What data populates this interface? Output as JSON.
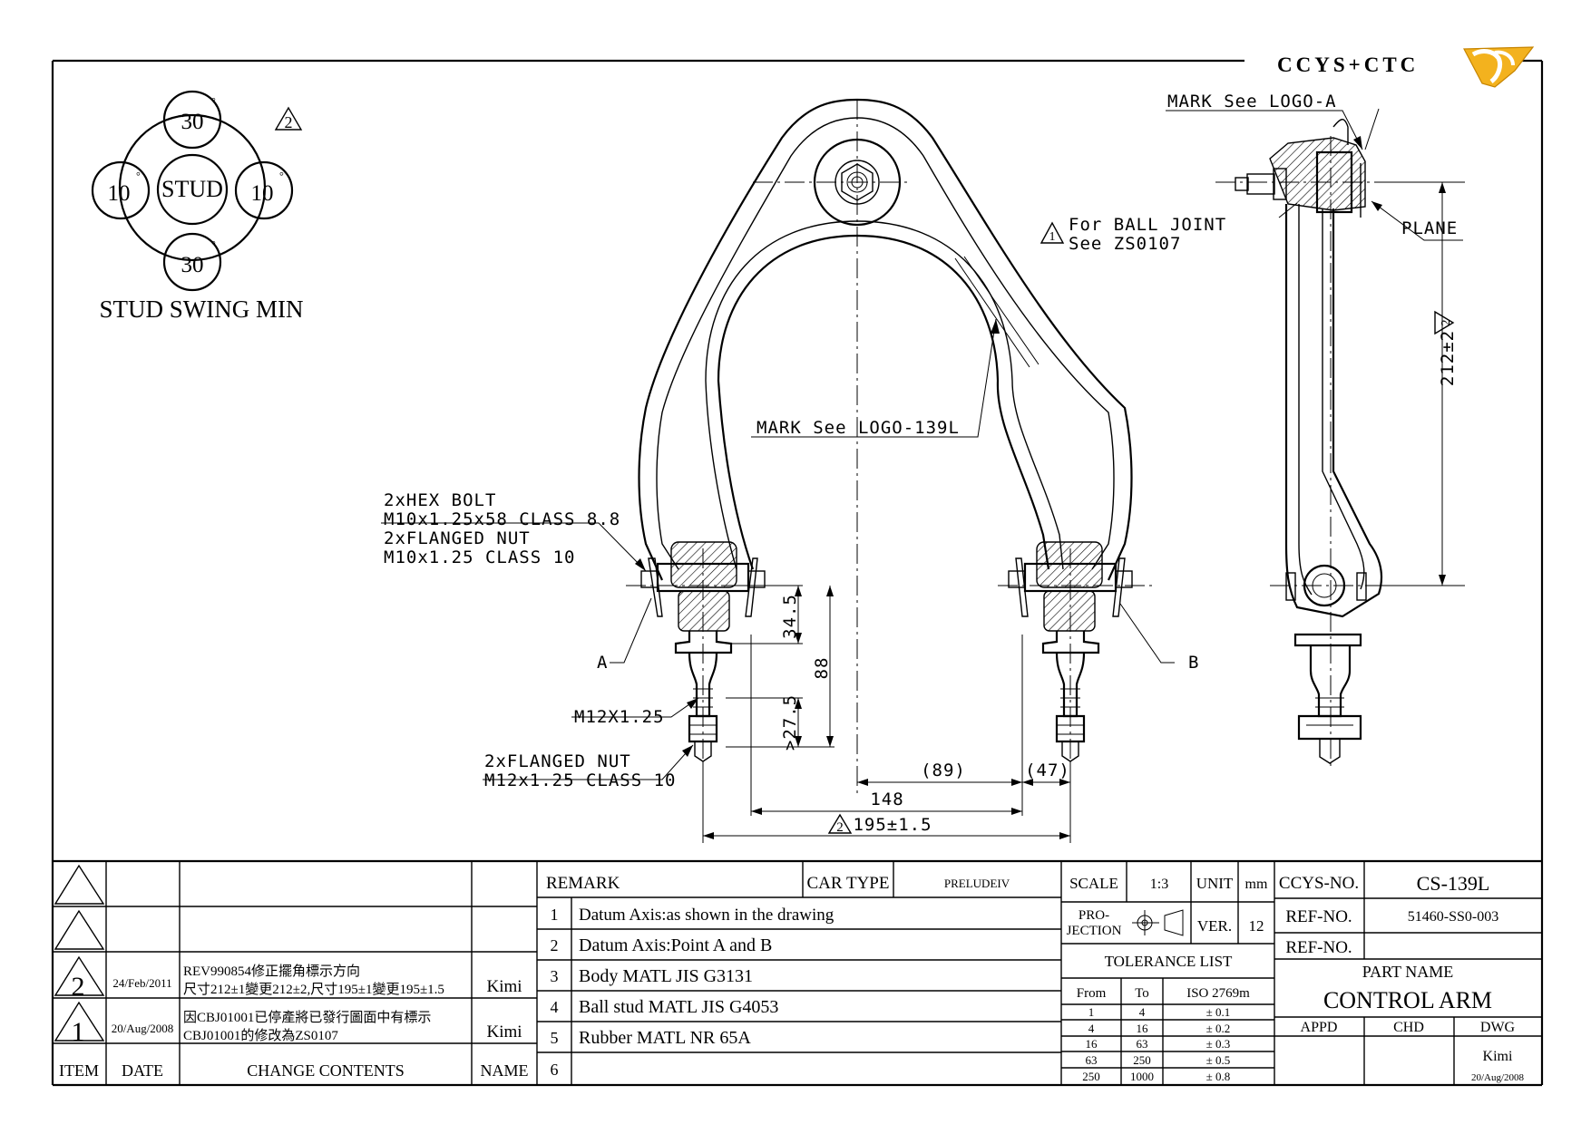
{
  "brand": {
    "name": "CCYS+CTC"
  },
  "swing": {
    "top": "30",
    "bottom": "30",
    "left": "10",
    "right": "10",
    "center": "STUD",
    "rev": "2",
    "caption": "STUD SWING MIN"
  },
  "notes": {
    "mark_side": "MARK See LOGO-A",
    "ball_joint_1": "For BALL JOINT",
    "ball_joint_2": "See ZS0107",
    "ball_joint_rev": "1",
    "plane": "PLANE",
    "mark_front": "MARK See LOGO-139L",
    "bolt_1": "2xHEX BOLT",
    "bolt_2": "M10x1.25x58 CLASS 8.8",
    "bolt_3": "2xFLANGED NUT",
    "bolt_4": "M10x1.25 CLASS 10",
    "thread": "M12X1.25",
    "nut_1": "2xFLANGED NUT",
    "nut_2": "M12x1.25 CLASS 10",
    "point_a": "A",
    "point_b": "B"
  },
  "dims": {
    "d34": "34.5",
    "d88": "88",
    "d275": ">27.5",
    "d89": "(89)",
    "d47": "(47)",
    "d148": "148",
    "d195": "195±1.5",
    "d195_rev": "2",
    "d212": "212±2",
    "d212_rev": "2"
  },
  "changes": {
    "rows": [
      {
        "item": "",
        "date": "",
        "content": [],
        "name": ""
      },
      {
        "item": "",
        "date": "",
        "content": [],
        "name": ""
      },
      {
        "item": "2",
        "date": "24/Feb/2011",
        "content": [
          "REV990854修正擺角標示方向",
          "尺寸212±1變更212±2,尺寸195±1變更195±1.5"
        ],
        "name": "Kimi"
      },
      {
        "item": "1",
        "date": "20/Aug/2008",
        "content": [
          "因CBJ01001已停產將已發行圖面中有標示",
          "CBJ01001的修改為ZS0107"
        ],
        "name": "Kimi"
      }
    ],
    "headers": {
      "item": "ITEM",
      "date": "DATE",
      "content": "CHANGE CONTENTS",
      "name": "NAME"
    }
  },
  "remarks": {
    "label": "REMARK",
    "car_type_label": "CAR TYPE",
    "car_type": "PRELUDEIV",
    "rows": [
      {
        "no": "1",
        "text": "Datum Axis:as shown in the drawing"
      },
      {
        "no": "2",
        "text": "Datum Axis:Point A and B"
      },
      {
        "no": "3",
        "text": "Body MATL JIS G3131"
      },
      {
        "no": "4",
        "text": "Ball stud MATL JIS G4053"
      },
      {
        "no": "5",
        "text": "Rubber MATL NR 65A"
      },
      {
        "no": "6",
        "text": ""
      }
    ]
  },
  "tolerance": {
    "scale_label": "SCALE",
    "scale": "1:3",
    "unit_label": "UNIT",
    "unit": "mm",
    "projection_1": "PRO-",
    "projection_2": "JECTION",
    "ver_label": "VER.",
    "ver": "12",
    "title": "TOLERANCE LIST",
    "headers": [
      "From",
      "To",
      "ISO 2769m"
    ],
    "rows": [
      [
        "1",
        "4",
        "± 0.1"
      ],
      [
        "4",
        "16",
        "± 0.2"
      ],
      [
        "16",
        "63",
        "± 0.3"
      ],
      [
        "63",
        "250",
        "± 0.5"
      ],
      [
        "250",
        "1000",
        "± 0.8"
      ]
    ]
  },
  "titleblock": {
    "ccys_label": "CCYS-NO.",
    "ccys": "CS-139L",
    "ref_label": "REF-NO.",
    "ref": "51460-SS0-003",
    "ref2_label": "REF-NO.",
    "ref2": "",
    "part_label": "PART NAME",
    "part": "CONTROL ARM",
    "appd": "APPD",
    "chd": "CHD",
    "dwg": "DWG",
    "drawer": "Kimi",
    "date": "20/Aug/2008"
  }
}
